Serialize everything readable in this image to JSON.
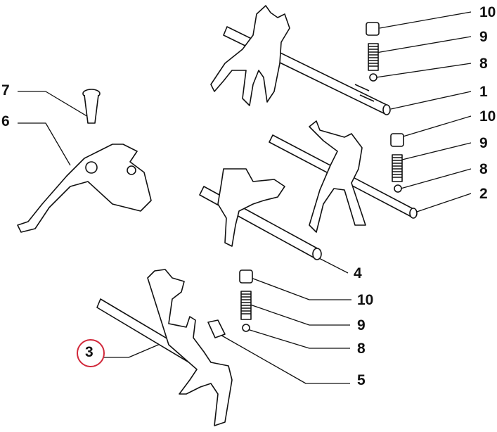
{
  "diagram": {
    "callouts": [
      {
        "id": "c1",
        "text": "10"
      },
      {
        "id": "c2",
        "text": "9"
      },
      {
        "id": "c3",
        "text": "8"
      },
      {
        "id": "c4",
        "text": "1"
      },
      {
        "id": "c5",
        "text": "10"
      },
      {
        "id": "c6",
        "text": "9"
      },
      {
        "id": "c7",
        "text": "8"
      },
      {
        "id": "c8",
        "text": "2"
      },
      {
        "id": "c9",
        "text": "7"
      },
      {
        "id": "c10",
        "text": "6"
      },
      {
        "id": "c11",
        "text": "4"
      },
      {
        "id": "c12",
        "text": "10"
      },
      {
        "id": "c13",
        "text": "9"
      },
      {
        "id": "c14",
        "text": "8"
      },
      {
        "id": "c15",
        "text": "5"
      },
      {
        "id": "c16",
        "text": "3"
      }
    ],
    "highlight_color": "#d1283a"
  }
}
